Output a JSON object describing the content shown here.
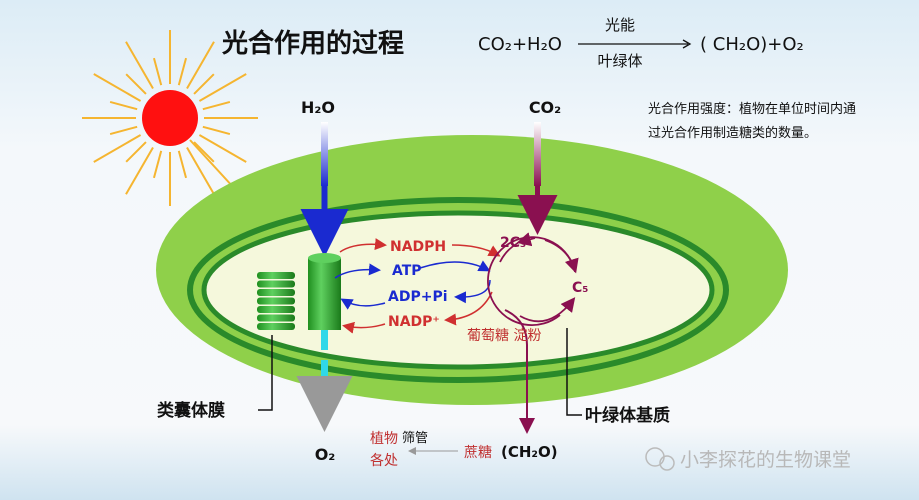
{
  "title": "光合作用的过程",
  "equation": {
    "left": "CO₂+H₂O",
    "above": "光能",
    "below": "叶绿体",
    "right": "( CH₂O)+O₂"
  },
  "definition": {
    "line1": "光合作用强度：植物在单位时间内通",
    "line2": "过光合作用制造糖类的数量。"
  },
  "inputs": {
    "water": "H₂O",
    "co2": "CO₂"
  },
  "light_reaction": {
    "nadph": "NADPH",
    "atp": "ATP",
    "adp": "ADP+Pi",
    "nadp": "NADP⁺"
  },
  "calvin": {
    "c3": "2C₃",
    "c5": "C₅",
    "products": "葡萄糖 淀粉"
  },
  "labels": {
    "thylakoid": "类囊体膜",
    "stroma": "叶绿体基质"
  },
  "outputs": {
    "o2": "O₂",
    "sucrose": "蔗糖",
    "ch2o": "(CH₂O)",
    "sieve_tube": "筛管",
    "dest1": "植物",
    "dest2": "各处"
  },
  "watermark": "小李探花的生物课堂",
  "colors": {
    "sun": "#ff1010",
    "rays": "#f5b530",
    "leaf": "#8fd04a",
    "membrane": "#2a8a2a",
    "stroma": "#f5f8dc",
    "blue": "#1a2ad0",
    "red": "#d03030",
    "purple": "#8a1050",
    "cyan": "#30d8e8"
  }
}
